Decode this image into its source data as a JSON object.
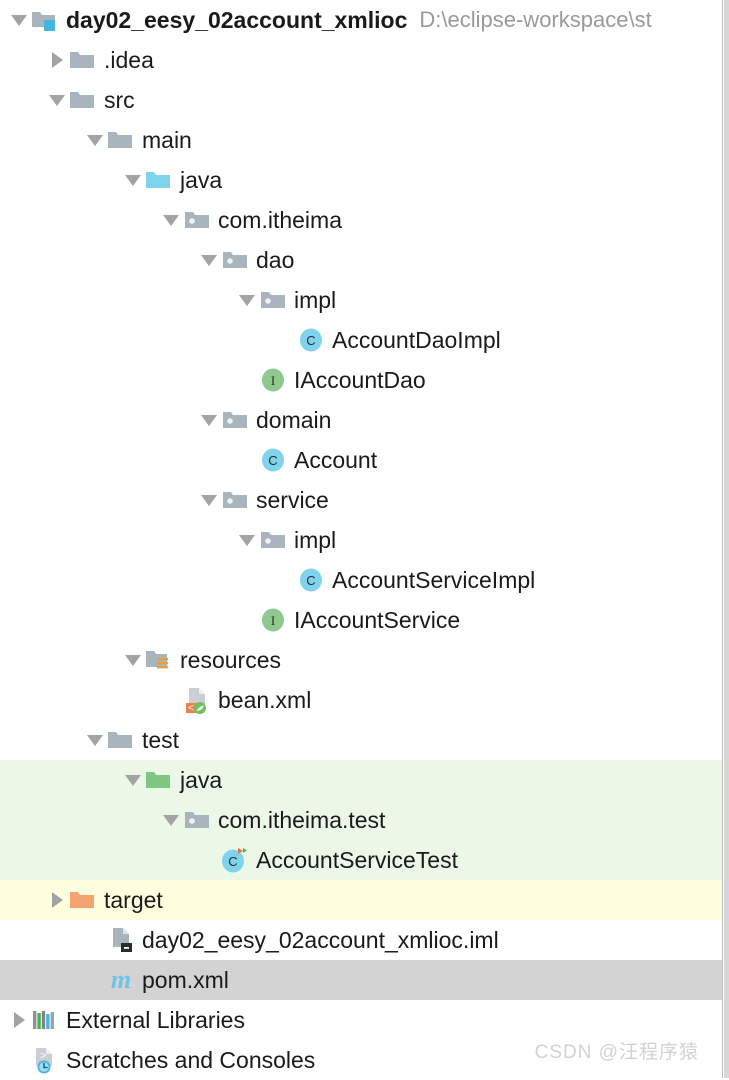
{
  "panel": {
    "name": "project-tree",
    "watermark": "CSDN @汪程序猿",
    "colors": {
      "selection": "#d3d3d3",
      "test_source_highlight": "#ebf7e7",
      "excluded_highlight": "#ffffe0",
      "folder_gray": "#a9b5bd",
      "folder_source_blue": "#7fd3ec",
      "folder_test_green": "#7fc77f",
      "folder_excluded_orange": "#f4a470",
      "class_icon": "#7fd3ec",
      "interface_icon": "#8fc98f",
      "resource_badge": "#e2a33c",
      "maven_blue": "#6fc3e8",
      "text": "#1a1a1a",
      "path_text": "#9a9a9a"
    }
  },
  "rows": [
    {
      "label": "day02_eesy_02account_xmlioc",
      "secondary": "D:\\eclipse-workspace\\st",
      "icon": "module-folder-icon",
      "arrow": "down",
      "depth": 0,
      "bold": true,
      "highlight": "none"
    },
    {
      "label": ".idea",
      "secondary": "",
      "icon": "folder-icon",
      "arrow": "right",
      "depth": 1,
      "bold": false,
      "highlight": "none"
    },
    {
      "label": "src",
      "secondary": "",
      "icon": "folder-icon",
      "arrow": "down",
      "depth": 1,
      "bold": false,
      "highlight": "none"
    },
    {
      "label": "main",
      "secondary": "",
      "icon": "folder-icon",
      "arrow": "down",
      "depth": 2,
      "bold": false,
      "highlight": "none"
    },
    {
      "label": "java",
      "secondary": "",
      "icon": "source-root-folder-icon",
      "arrow": "down",
      "depth": 3,
      "bold": false,
      "highlight": "none"
    },
    {
      "label": "com.itheima",
      "secondary": "",
      "icon": "package-icon",
      "arrow": "down",
      "depth": 4,
      "bold": false,
      "highlight": "none"
    },
    {
      "label": "dao",
      "secondary": "",
      "icon": "package-icon",
      "arrow": "down",
      "depth": 5,
      "bold": false,
      "highlight": "none"
    },
    {
      "label": "impl",
      "secondary": "",
      "icon": "package-icon",
      "arrow": "down",
      "depth": 6,
      "bold": false,
      "highlight": "none"
    },
    {
      "label": "AccountDaoImpl",
      "secondary": "",
      "icon": "java-class-icon",
      "arrow": "none",
      "depth": 7,
      "bold": false,
      "highlight": "none"
    },
    {
      "label": "IAccountDao",
      "secondary": "",
      "icon": "java-interface-icon",
      "arrow": "none",
      "depth": 6,
      "bold": false,
      "highlight": "none"
    },
    {
      "label": "domain",
      "secondary": "",
      "icon": "package-icon",
      "arrow": "down",
      "depth": 5,
      "bold": false,
      "highlight": "none"
    },
    {
      "label": "Account",
      "secondary": "",
      "icon": "java-class-icon",
      "arrow": "none",
      "depth": 6,
      "bold": false,
      "highlight": "none"
    },
    {
      "label": "service",
      "secondary": "",
      "icon": "package-icon",
      "arrow": "down",
      "depth": 5,
      "bold": false,
      "highlight": "none"
    },
    {
      "label": "impl",
      "secondary": "",
      "icon": "package-icon",
      "arrow": "down",
      "depth": 6,
      "bold": false,
      "highlight": "none"
    },
    {
      "label": "AccountServiceImpl",
      "secondary": "",
      "icon": "java-class-icon",
      "arrow": "none",
      "depth": 7,
      "bold": false,
      "highlight": "none"
    },
    {
      "label": "IAccountService",
      "secondary": "",
      "icon": "java-interface-icon",
      "arrow": "none",
      "depth": 6,
      "bold": false,
      "highlight": "none"
    },
    {
      "label": "resources",
      "secondary": "",
      "icon": "resource-root-folder-icon",
      "arrow": "down",
      "depth": 3,
      "bold": false,
      "highlight": "none"
    },
    {
      "label": "bean.xml",
      "secondary": "",
      "icon": "spring-xml-file-icon",
      "arrow": "none",
      "depth": 4,
      "bold": false,
      "highlight": "none"
    },
    {
      "label": "test",
      "secondary": "",
      "icon": "folder-icon",
      "arrow": "down",
      "depth": 2,
      "bold": false,
      "highlight": "none"
    },
    {
      "label": "java",
      "secondary": "",
      "icon": "test-root-folder-icon",
      "arrow": "down",
      "depth": 3,
      "bold": false,
      "highlight": "green"
    },
    {
      "label": "com.itheima.test",
      "secondary": "",
      "icon": "package-icon",
      "arrow": "down",
      "depth": 4,
      "bold": false,
      "highlight": "green"
    },
    {
      "label": "AccountServiceTest",
      "secondary": "",
      "icon": "java-test-class-icon",
      "arrow": "none",
      "depth": 5,
      "bold": false,
      "highlight": "green"
    },
    {
      "label": "target",
      "secondary": "",
      "icon": "excluded-folder-icon",
      "arrow": "right",
      "depth": 1,
      "bold": false,
      "highlight": "yellow"
    },
    {
      "label": "day02_eesy_02account_xmlioc.iml",
      "secondary": "",
      "icon": "iml-module-file-icon",
      "arrow": "none",
      "depth": 2,
      "bold": false,
      "highlight": "none"
    },
    {
      "label": "pom.xml",
      "secondary": "",
      "icon": "maven-pom-icon",
      "arrow": "none",
      "depth": 2,
      "bold": false,
      "highlight": "selected"
    },
    {
      "label": "External Libraries",
      "secondary": "",
      "icon": "external-libraries-icon",
      "arrow": "right",
      "depth": 0,
      "bold": false,
      "highlight": "none"
    },
    {
      "label": "Scratches and Consoles",
      "secondary": "",
      "icon": "scratches-icon",
      "arrow": "none",
      "depth": 0,
      "bold": false,
      "highlight": "none"
    }
  ]
}
